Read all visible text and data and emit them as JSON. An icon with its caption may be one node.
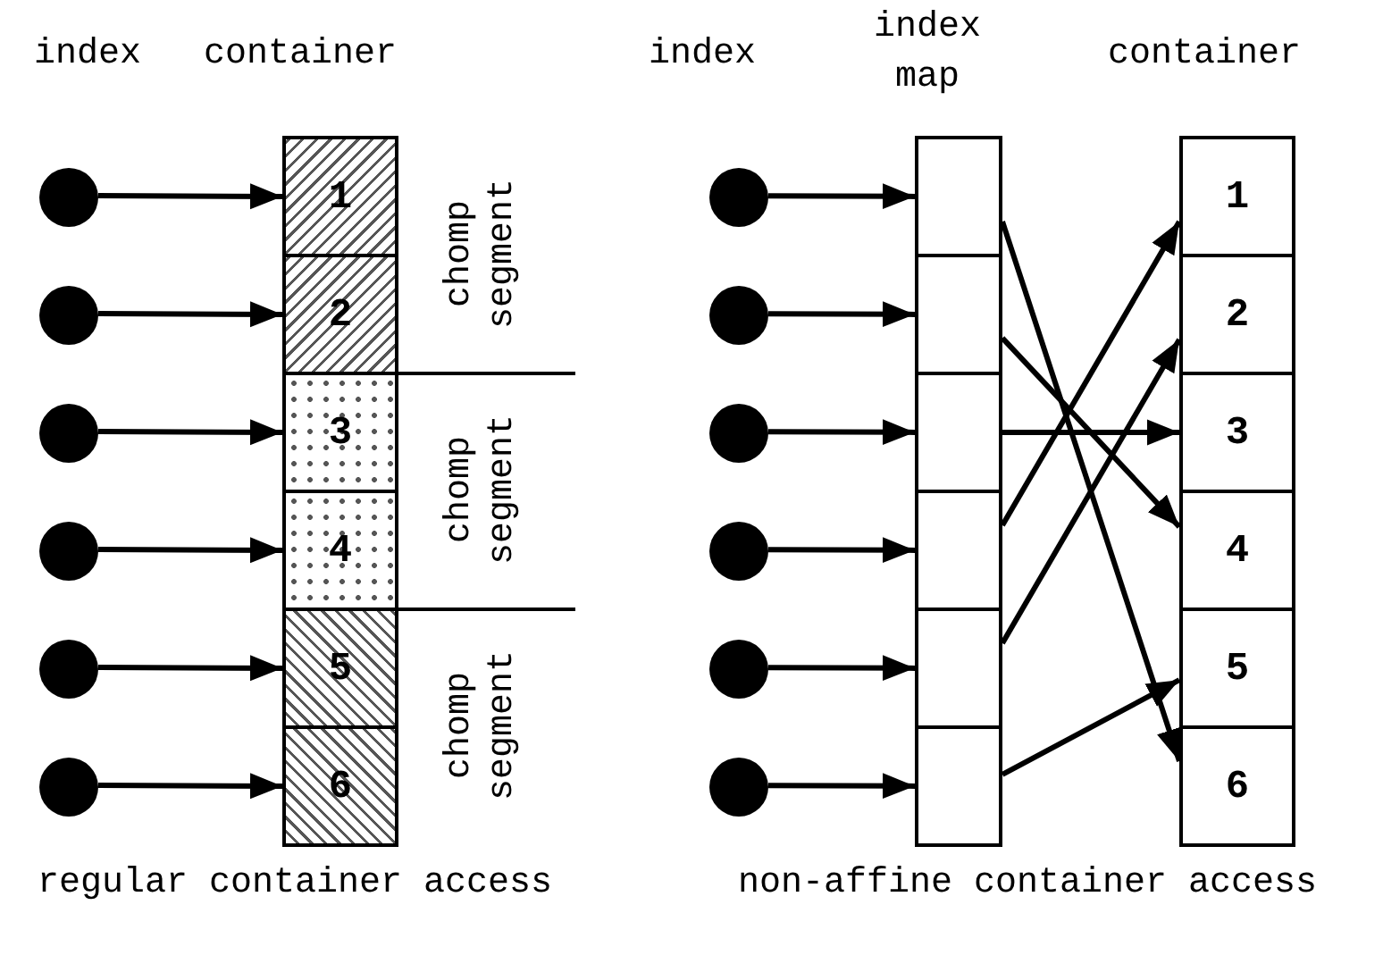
{
  "diagram": {
    "nodes": [
      {
        "text": [],
        "shape": "circle"
      },
      {
        "text": [],
        "shape": "circle"
      },
      {
        "text": [],
        "shape": "circle"
      },
      {
        "text": [],
        "shape": "circle"
      },
      {
        "text": [],
        "shape": "circle"
      },
      {
        "text": [],
        "shape": "circle"
      },
      {
        "text": [
          "1"
        ]
      },
      {
        "text": [
          "2"
        ]
      },
      {
        "text": [
          "3"
        ]
      },
      {
        "text": [
          "4"
        ]
      },
      {
        "text": [
          "5"
        ]
      },
      {
        "text": [
          "6"
        ]
      },
      {
        "text": [],
        "shape": "circle"
      },
      {
        "text": [],
        "shape": "circle"
      },
      {
        "text": [],
        "shape": "circle"
      },
      {
        "text": [],
        "shape": "circle"
      },
      {
        "text": [],
        "shape": "circle"
      },
      {
        "text": [],
        "shape": "circle"
      },
      {
        "text": [],
        "shape": "box"
      },
      {
        "text": [],
        "shape": "box"
      },
      {
        "text": [],
        "shape": "box"
      },
      {
        "text": [],
        "shape": "box"
      },
      {
        "text": [],
        "shape": "box"
      },
      {
        "text": [],
        "shape": "box"
      },
      {
        "text": [
          "1"
        ]
      },
      {
        "text": [
          "2"
        ]
      },
      {
        "text": [
          "3"
        ]
      },
      {
        "text": [
          "4"
        ]
      },
      {
        "text": [
          "5"
        ]
      },
      {
        "text": [
          "6"
        ]
      }
    ],
    "edges": [
      {
        "from": 0,
        "to": 6,
        "arrow": "to"
      },
      {
        "from": 1,
        "to": 7,
        "arrow": "to"
      },
      {
        "from": 2,
        "to": 8,
        "arrow": "to"
      },
      {
        "from": 3,
        "to": 9,
        "arrow": "to"
      },
      {
        "from": 4,
        "to": 10,
        "arrow": "to"
      },
      {
        "from": 5,
        "to": 11,
        "arrow": "to"
      },
      {
        "from": 12,
        "to": 18,
        "arrow": "to"
      },
      {
        "from": 13,
        "to": 19,
        "arrow": "to"
      },
      {
        "from": 14,
        "to": 20,
        "arrow": "to"
      },
      {
        "from": 15,
        "to": 21,
        "arrow": "to"
      },
      {
        "from": 16,
        "to": 22,
        "arrow": "to"
      },
      {
        "from": 17,
        "to": 23,
        "arrow": "to"
      },
      {
        "from": 18,
        "to": 29,
        "arrow": "to"
      },
      {
        "from": 19,
        "to": 27,
        "arrow": "to"
      },
      {
        "from": 20,
        "to": 26,
        "arrow": "to"
      },
      {
        "from": 21,
        "to": 24,
        "arrow": "to"
      },
      {
        "from": 22,
        "to": 25,
        "arrow": "to"
      },
      {
        "from": 23,
        "to": 28,
        "arrow": "to"
      }
    ],
    "labels": [
      "index",
      "container",
      "index",
      "index map",
      "container",
      "chomp segment",
      "chomp segment",
      "chomp segment",
      "regular container access",
      "non-affine container access"
    ]
  }
}
